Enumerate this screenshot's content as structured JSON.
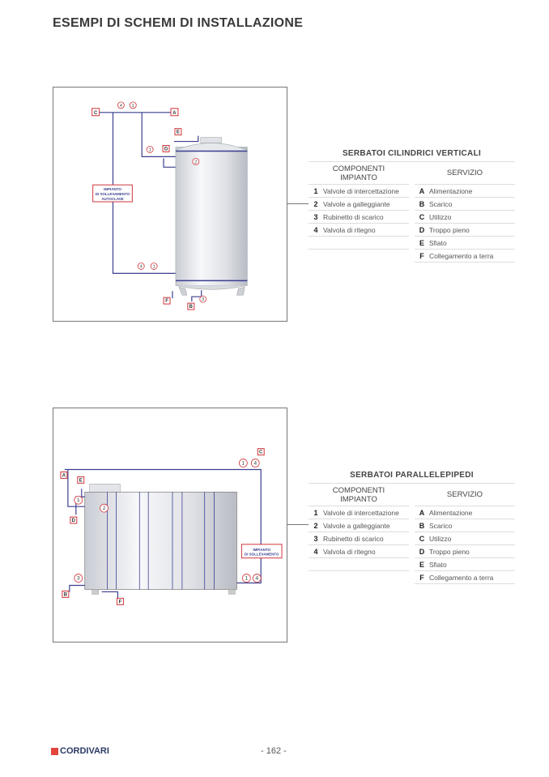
{
  "page_title": "ESEMPI DI SCHEMI DI INSTALLAZIONE",
  "tables": [
    {
      "title": "SERBATOI CILINDRICI VERTICALI",
      "col_left": "COMPONENTI IMPIANTO",
      "col_right": "SERVIZIO",
      "components": [
        {
          "n": "1",
          "label": "Valvole di intercettazione"
        },
        {
          "n": "2",
          "label": "Valvole a galleggiante"
        },
        {
          "n": "3",
          "label": "Rubinetto di scarico"
        },
        {
          "n": "4",
          "label": "Valvola di ritegno"
        }
      ],
      "services": [
        {
          "k": "A",
          "label": "Alimentazione"
        },
        {
          "k": "B",
          "label": "Scarico"
        },
        {
          "k": "C",
          "label": "Utilizzo"
        },
        {
          "k": "D",
          "label": "Troppo pieno"
        },
        {
          "k": "E",
          "label": "Sfiato"
        },
        {
          "k": "F",
          "label": "Collegamento a terra"
        }
      ]
    },
    {
      "title": "SERBATOI PARALLELEPIPEDI",
      "col_left": "COMPONENTI IMPIANTO",
      "col_right": "SERVIZIO",
      "components": [
        {
          "n": "1",
          "label": "Valvole di intercettazione"
        },
        {
          "n": "2",
          "label": "Valvole a galleggiante"
        },
        {
          "n": "3",
          "label": "Rubinetto di scarico"
        },
        {
          "n": "4",
          "label": "Valvola di ritegno"
        }
      ],
      "services": [
        {
          "k": "A",
          "label": "Alimentazione"
        },
        {
          "k": "B",
          "label": "Scarico"
        },
        {
          "k": "C",
          "label": "Utilizzo"
        },
        {
          "k": "D",
          "label": "Troppo pieno"
        },
        {
          "k": "E",
          "label": "Sfiato"
        },
        {
          "k": "F",
          "label": "Collegamento a terra"
        }
      ]
    }
  ],
  "diagram1": {
    "box_l1": "IMPIANTO",
    "box_l2": "DI SOLLEVAMENTO",
    "box_l3": "AUTOCLAVE",
    "letters": [
      "A",
      "B",
      "C",
      "D",
      "E",
      "F"
    ],
    "nums": [
      "1",
      "2",
      "3",
      "4"
    ]
  },
  "diagram2": {
    "box_l1": "IMPIANTO",
    "box_l2": "DI SOLLEVAMENTO",
    "letters": [
      "A",
      "B",
      "C",
      "D",
      "E",
      "F"
    ],
    "nums": [
      "1",
      "2",
      "3",
      "4"
    ]
  },
  "footer": {
    "brand": "CORDIVARI",
    "page": "- 162 -"
  },
  "colors": {
    "pipe": "#3b3f8f",
    "label": "#d0343a"
  }
}
